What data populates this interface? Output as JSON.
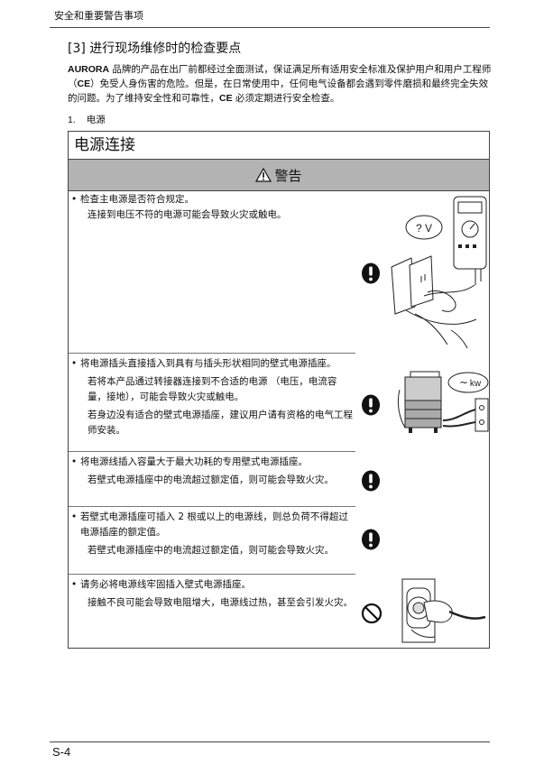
{
  "header": {
    "running_title": "安全和重要警告事项"
  },
  "section": {
    "title": "[3]  进行现场维修时的检查要点"
  },
  "intro": {
    "brand": "AURORA",
    "text1": " 品牌的产品在出厂前都经过全面测试，保证满足所有适用安全标准及保护用户和用户工程师（",
    "ce1": "CE",
    "text2": "）免受人身伤害的危险。但是，在日常使用中，任何电气设备都会遇到零件磨损和最终完全失效的问题。为了维持安全性和可靠性，",
    "ce2": "CE",
    "text3": " 必须定期进行安全检查。"
  },
  "item1": {
    "number": "1.",
    "label": "电源"
  },
  "panel": {
    "title": "电源连接",
    "warning_label": "警告",
    "rows": [
      {
        "bullet": "•",
        "main": "检查主电源是否符合规定。",
        "subs": [
          "连接到电压不符的电源可能会导致火灾或触电。"
        ]
      },
      {
        "bullet": "•",
        "main": "将电源插头直接插入到具有与插头形状相同的壁式电源插座。",
        "subs": [
          "若将本产品通过转接器连接到不合适的电源 （电压，电流容量，接地），可能会导致火灾或触电。",
          "若身边没有适合的壁式电源插座，建议用户请有资格的电气工程师安装。"
        ]
      },
      {
        "bullet": "•",
        "main": "将电源线插入容量大于最大功耗的专用壁式电源插座。",
        "subs": [
          "若壁式电源插座中的电流超过额定值，则可能会导致火灾。"
        ]
      },
      {
        "bullet": "•",
        "main": "若壁式电源插座可插入 2 根或以上的电源线，则总负荷不得超过电源插座的额定值。",
        "subs": [
          "若壁式电源插座中的电流超过额定值，则可能会导致火灾。"
        ]
      },
      {
        "bullet": "•",
        "main": "请务必将电源线牢固插入壁式电源插座。",
        "subs": [
          "接触不良可能会导致电阻增大，电源线过热，甚至会引发火灾。"
        ]
      }
    ],
    "illustrations": {
      "meter_label": "? V",
      "power_label": "kw"
    }
  },
  "footer": {
    "page": "S-4"
  }
}
